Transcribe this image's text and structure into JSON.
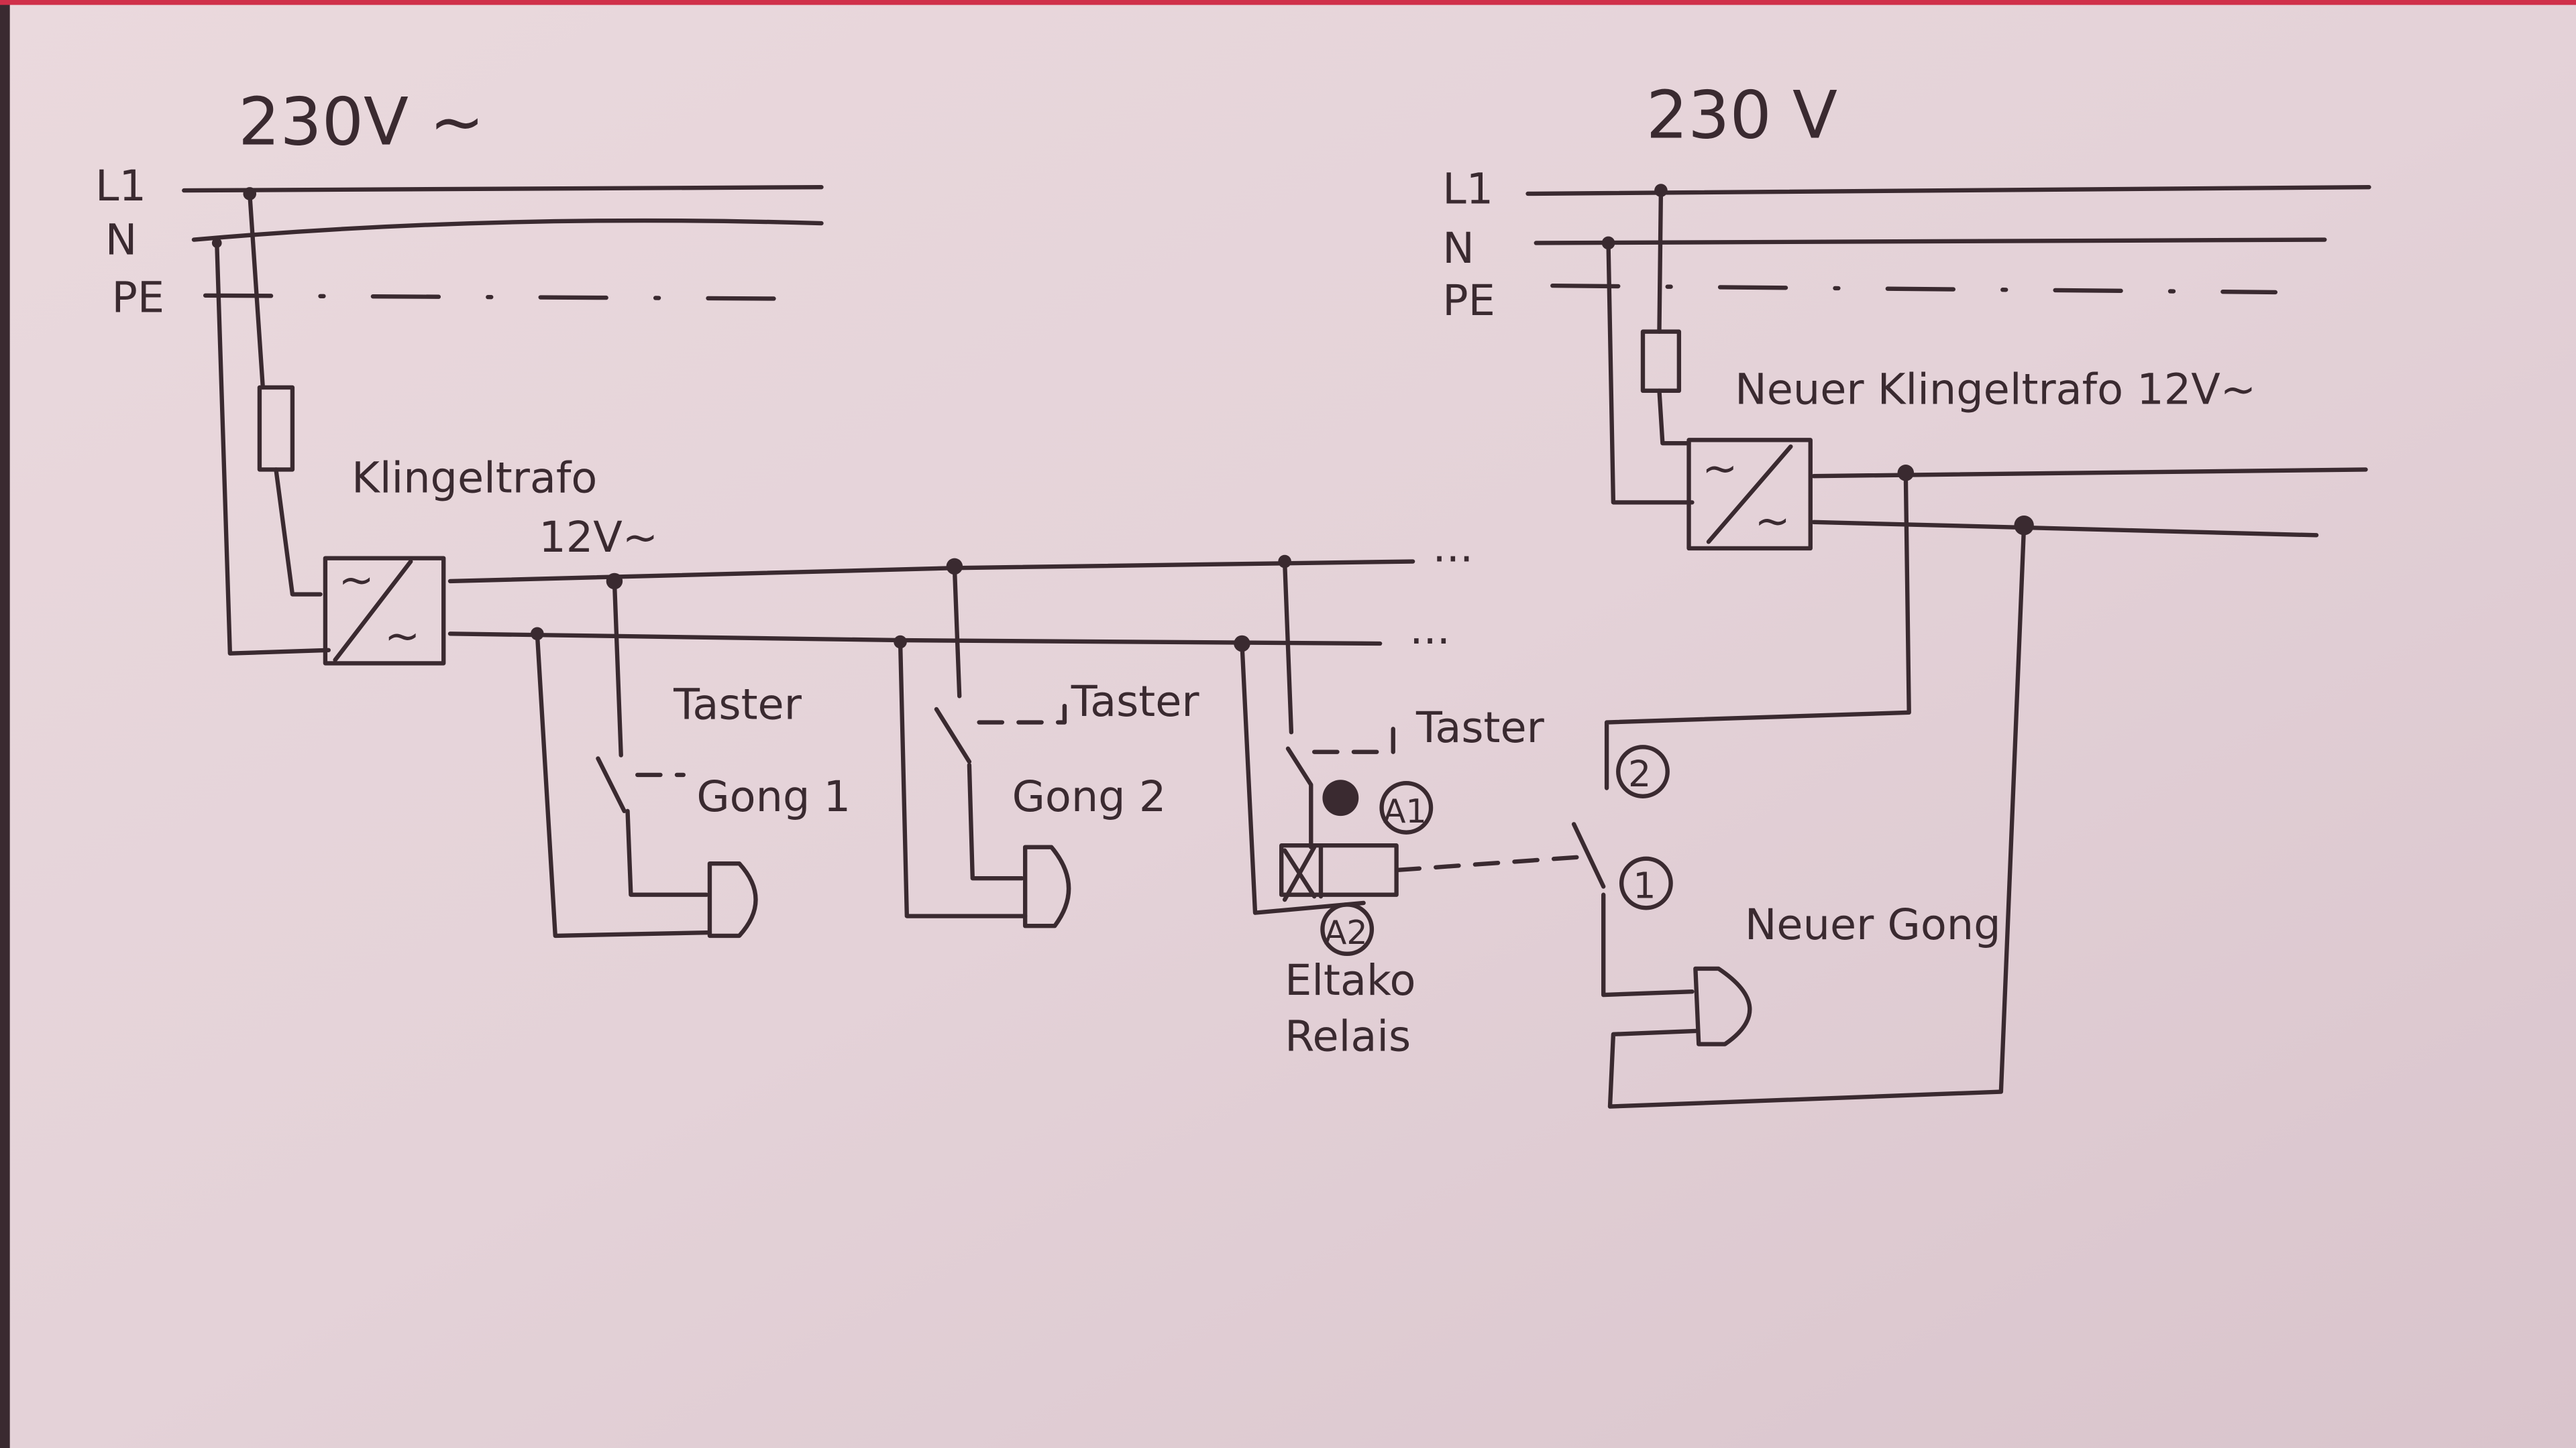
{
  "left_supply": {
    "voltage": "230V ~",
    "lines": [
      "L1",
      "N",
      "PE"
    ]
  },
  "left_transformer": {
    "name": "Klingeltrafo",
    "voltage": "12V~",
    "symbol": "~"
  },
  "gongs": [
    {
      "button": "Taster",
      "gong": "Gong 1"
    },
    {
      "button": "Taster",
      "gong": "Gong 2"
    }
  ],
  "relay": {
    "button": "Taster",
    "terminal_a1": "A1",
    "terminal_a2": "A2",
    "name_line1": "Eltako",
    "name_line2": "Relais",
    "contact_1": "1",
    "contact_2": "2"
  },
  "continuation": "...",
  "right_supply": {
    "voltage": "230 V",
    "lines": [
      "L1",
      "N",
      "PE"
    ]
  },
  "right_transformer": {
    "name": "Neuer Klingeltrafo 12V~",
    "symbol": "~"
  },
  "new_gong": {
    "label": "Neuer Gong"
  },
  "colors": {
    "paper": "#e6d3d8",
    "ink": "#3a2a30",
    "top_edge": "#d0304a"
  }
}
